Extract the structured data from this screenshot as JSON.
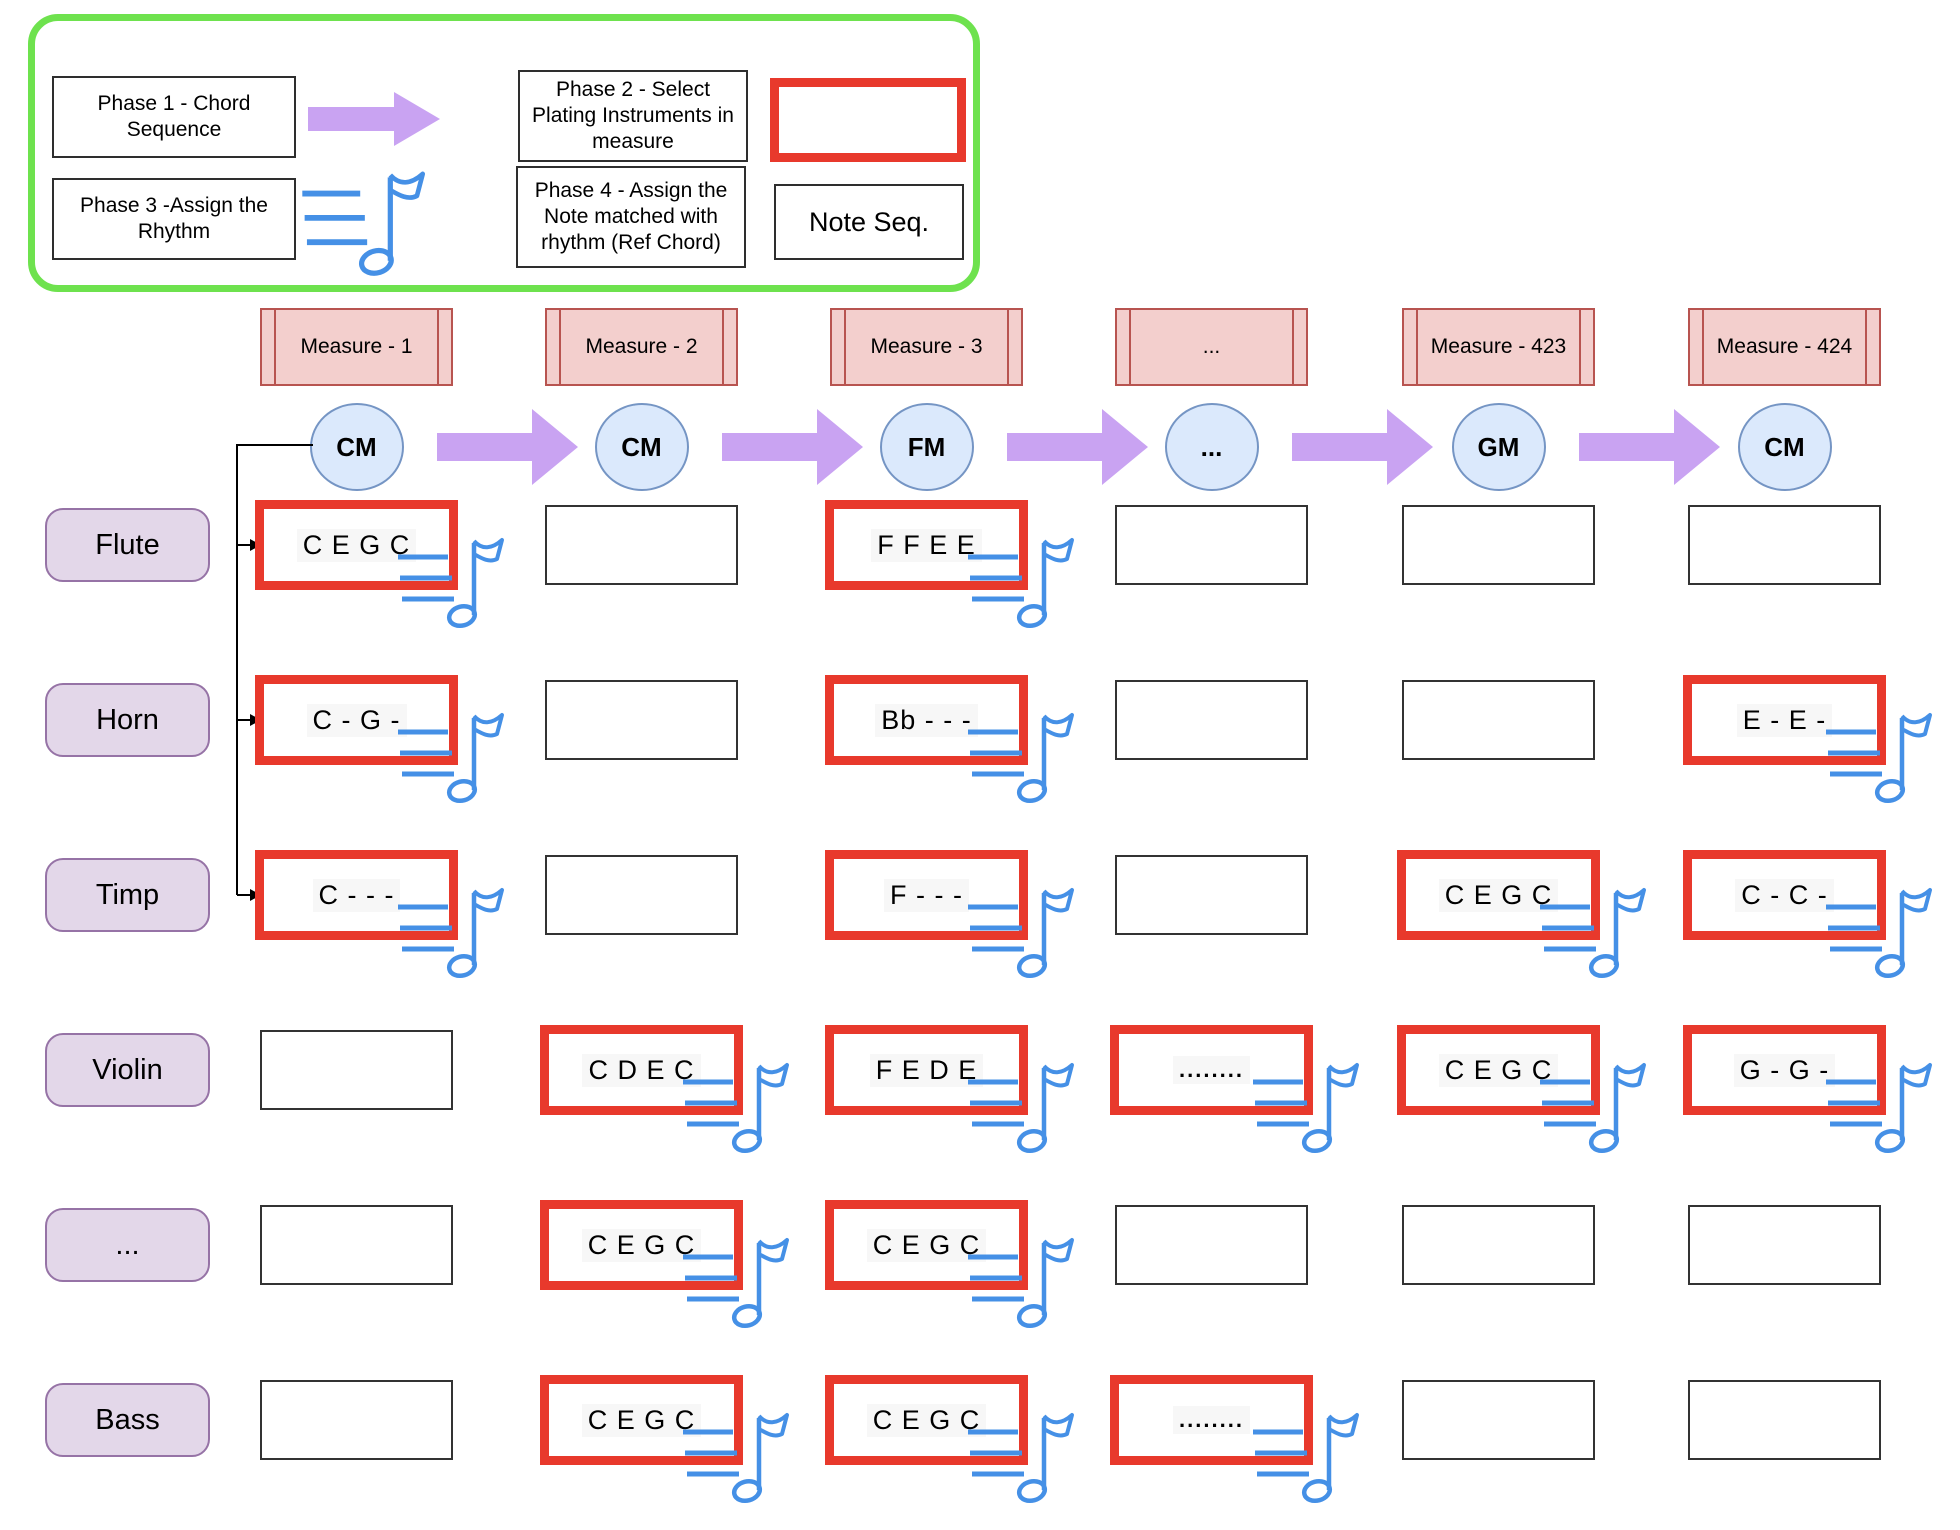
{
  "legend": {
    "phase1_label": "Phase 1 - Chord Sequence",
    "phase2_label": "Phase 2 - Select Plating Instruments in measure",
    "phase3_label": "Phase 3 -Assign the Rhythm",
    "phase4_label": "Phase 4 - Assign the Note matched with rhythm (Ref Chord)",
    "note_seq_label": "Note Seq."
  },
  "measures": [
    "Measure - 1",
    "Measure - 2",
    "Measure - 3",
    "...",
    "Measure - 423",
    "Measure - 424"
  ],
  "chords": [
    "CM",
    "CM",
    "FM",
    "...",
    "GM",
    "CM"
  ],
  "instruments": [
    "Flute",
    "Horn",
    "Timp",
    "Violin",
    "...",
    "Bass"
  ],
  "grid": [
    {
      "instrument": "Flute",
      "cells": [
        {
          "notes": "C E G C",
          "selected": true,
          "rhythm": true
        },
        {
          "notes": "",
          "selected": false,
          "rhythm": false
        },
        {
          "notes": "F F E E",
          "selected": true,
          "rhythm": true
        },
        {
          "notes": "",
          "selected": false,
          "rhythm": false
        },
        {
          "notes": "",
          "selected": false,
          "rhythm": false
        },
        {
          "notes": "",
          "selected": false,
          "rhythm": false
        }
      ]
    },
    {
      "instrument": "Horn",
      "cells": [
        {
          "notes": "C - G -",
          "selected": true,
          "rhythm": true
        },
        {
          "notes": "",
          "selected": false,
          "rhythm": false
        },
        {
          "notes": "Bb - - -",
          "selected": true,
          "rhythm": true
        },
        {
          "notes": "",
          "selected": false,
          "rhythm": false
        },
        {
          "notes": "",
          "selected": false,
          "rhythm": false
        },
        {
          "notes": "E - E -",
          "selected": true,
          "rhythm": true
        }
      ]
    },
    {
      "instrument": "Timp",
      "cells": [
        {
          "notes": "C - - -",
          "selected": true,
          "rhythm": true
        },
        {
          "notes": "",
          "selected": false,
          "rhythm": false
        },
        {
          "notes": "F - - -",
          "selected": true,
          "rhythm": true
        },
        {
          "notes": "",
          "selected": false,
          "rhythm": false
        },
        {
          "notes": "C E G C",
          "selected": true,
          "rhythm": true
        },
        {
          "notes": "C - C -",
          "selected": true,
          "rhythm": true
        }
      ]
    },
    {
      "instrument": "Violin",
      "cells": [
        {
          "notes": "",
          "selected": false,
          "rhythm": false
        },
        {
          "notes": "C D E C",
          "selected": true,
          "rhythm": true
        },
        {
          "notes": "F E D E",
          "selected": true,
          "rhythm": true
        },
        {
          "notes": "........",
          "selected": true,
          "rhythm": true
        },
        {
          "notes": "C E G C",
          "selected": true,
          "rhythm": true
        },
        {
          "notes": "G - G -",
          "selected": true,
          "rhythm": true
        }
      ]
    },
    {
      "instrument": "...",
      "cells": [
        {
          "notes": "",
          "selected": false,
          "rhythm": false
        },
        {
          "notes": "C E G C",
          "selected": true,
          "rhythm": true
        },
        {
          "notes": "C E G C",
          "selected": true,
          "rhythm": true
        },
        {
          "notes": "",
          "selected": false,
          "rhythm": false
        },
        {
          "notes": "",
          "selected": false,
          "rhythm": false
        },
        {
          "notes": "",
          "selected": false,
          "rhythm": false
        }
      ]
    },
    {
      "instrument": "Bass",
      "cells": [
        {
          "notes": "",
          "selected": false,
          "rhythm": false
        },
        {
          "notes": "C E G C",
          "selected": true,
          "rhythm": true
        },
        {
          "notes": "C E G C",
          "selected": true,
          "rhythm": true
        },
        {
          "notes": "........",
          "selected": true,
          "rhythm": true
        },
        {
          "notes": "",
          "selected": false,
          "rhythm": false
        },
        {
          "notes": "",
          "selected": false,
          "rhythm": false
        }
      ]
    }
  ],
  "connector": {
    "from_chord": "CM",
    "from_measure": "Measure - 1",
    "to_instruments": [
      "Flute",
      "Horn",
      "Timp"
    ]
  },
  "colors": {
    "selected_border": "#e8392c",
    "empty_border": "#333333",
    "rhythm_blue": "#4590e6",
    "arrow_purple": "#c9a3f2",
    "measure_fill": "#f3cfcd",
    "measure_border": "#b85450",
    "chord_fill": "#dbe9fc",
    "chord_border": "#7595c4",
    "instrument_fill": "#e3d7e9",
    "instrument_border": "#9673a6",
    "legend_border": "#6ee24e",
    "connector_black": "#000000"
  }
}
